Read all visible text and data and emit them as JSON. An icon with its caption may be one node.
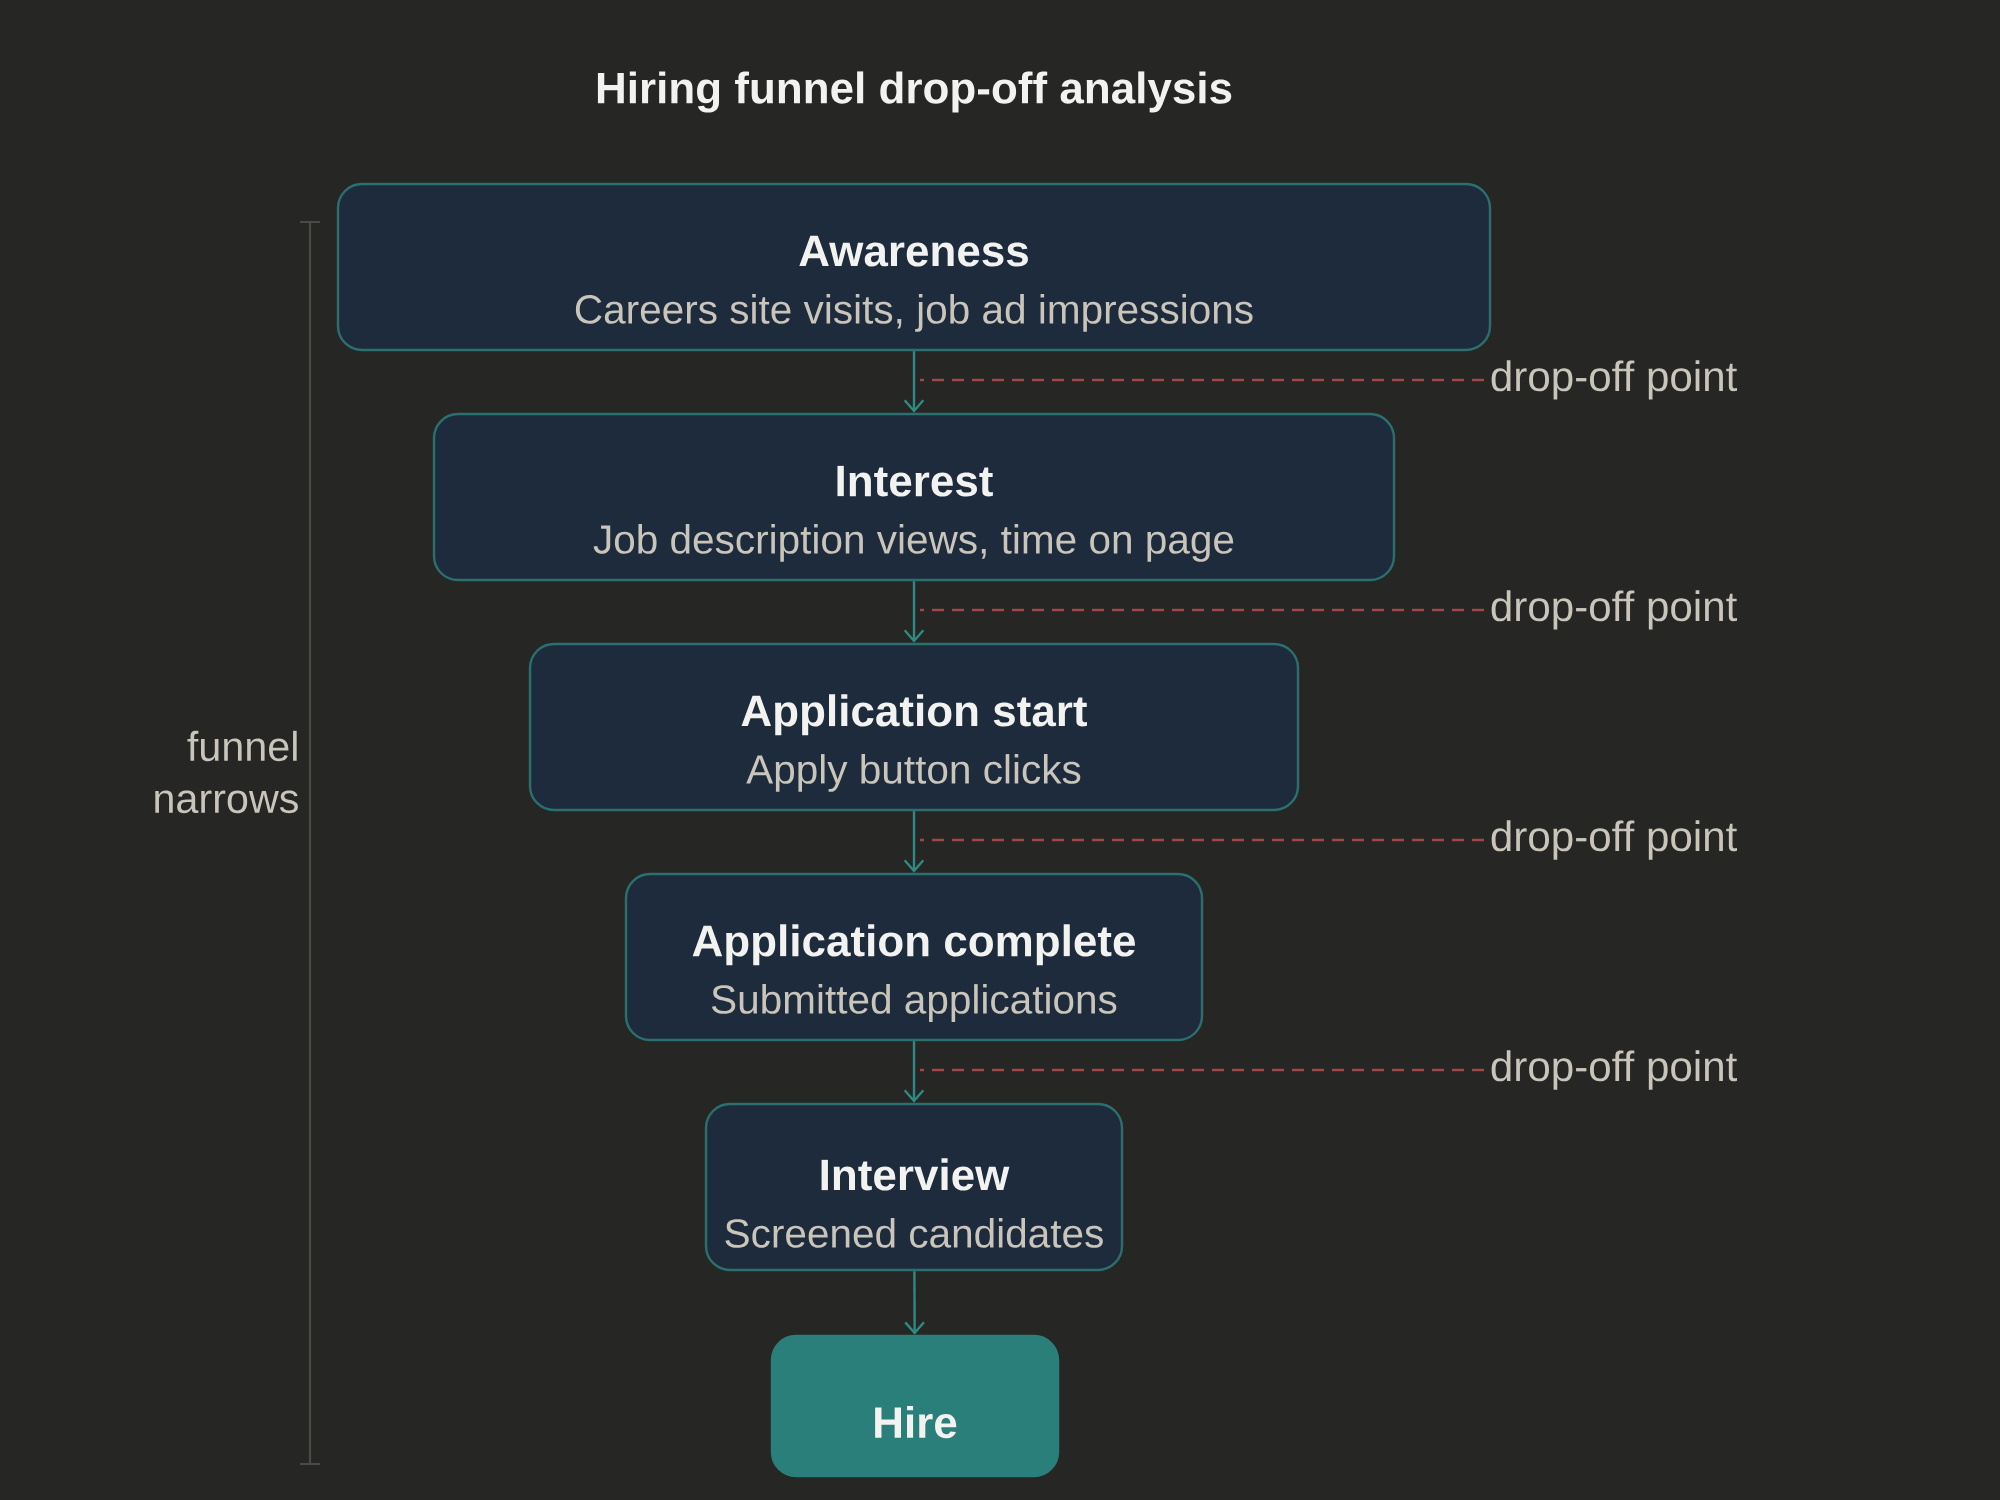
{
  "diagram": {
    "title": "Hiring funnel drop-off analysis",
    "nodes": [
      {
        "text": [
          "Awareness",
          "Careers site visits, job ad impressions"
        ]
      },
      {
        "text": [
          "Interest",
          "Job description views, time on page"
        ]
      },
      {
        "text": [
          "Application start",
          "Apply button clicks"
        ]
      },
      {
        "text": [
          "Application complete",
          "Submitted applications"
        ]
      },
      {
        "text": [
          "Interview",
          "Screened candidates"
        ]
      },
      {
        "text": [
          "Hire"
        ]
      },
      {
        "text": [
          "drop-off point"
        ]
      },
      {
        "text": [
          "drop-off point"
        ]
      },
      {
        "text": [
          "drop-off point"
        ]
      },
      {
        "text": [
          "drop-off point"
        ]
      }
    ],
    "edges": [
      {
        "from": 0,
        "to": 1,
        "arrow": "to"
      },
      {
        "from": 1,
        "to": 2,
        "arrow": "to"
      },
      {
        "from": 2,
        "to": 3,
        "arrow": "to"
      },
      {
        "from": 3,
        "to": 4,
        "arrow": "to"
      },
      {
        "from": 4,
        "to": 5,
        "arrow": "to"
      },
      {
        "from": 6,
        "to": null,
        "arrow": "none",
        "style": "dashed",
        "color": "#a04848"
      },
      {
        "from": 7,
        "to": null,
        "arrow": "none",
        "style": "dashed",
        "color": "#a04848"
      },
      {
        "from": 8,
        "to": null,
        "arrow": "none",
        "style": "dashed",
        "color": "#a04848"
      },
      {
        "from": 9,
        "to": null,
        "arrow": "none",
        "style": "dashed",
        "color": "#a04848"
      }
    ],
    "labels": [
      "funnel narrows"
    ]
  }
}
